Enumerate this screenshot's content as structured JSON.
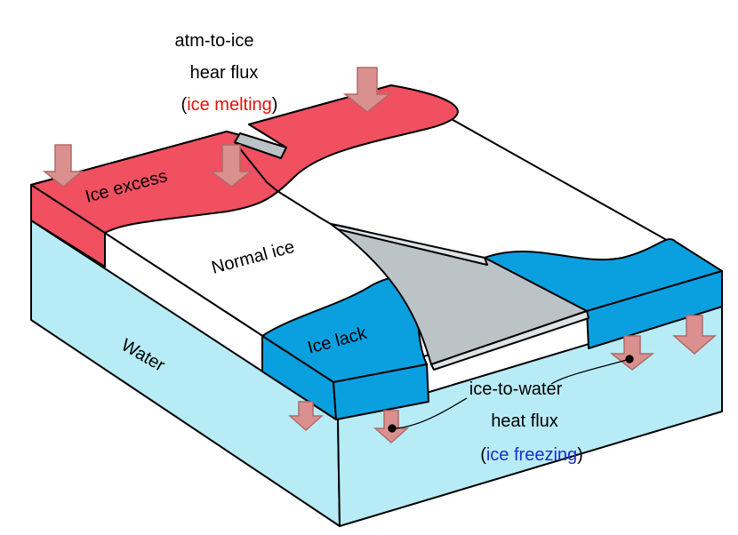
{
  "labels": {
    "ice_excess": "Ice excess",
    "normal_ice": "Normal ice",
    "ice_lack": "Ice lack",
    "water": "Water"
  },
  "top_flux": {
    "line1": "atm-to-ice",
    "line2": "hear flux",
    "open_paren": "(",
    "highlight": "ice melting",
    "close_paren": ")"
  },
  "bottom_flux": {
    "line1": "ice-to-water",
    "line2": "heat flux",
    "open_paren": "(",
    "highlight": "ice freezing",
    "close_paren": ")"
  },
  "colors": {
    "water": "#b7ecf7",
    "ice_excess": "#f05060",
    "ice_lack": "#0aa0e0",
    "normal_ice": "#ffffff",
    "channel": "#bcc3c7",
    "arrow": "#d9908e",
    "melting_text": "#e01010",
    "freezing_text": "#1a2fc8"
  }
}
